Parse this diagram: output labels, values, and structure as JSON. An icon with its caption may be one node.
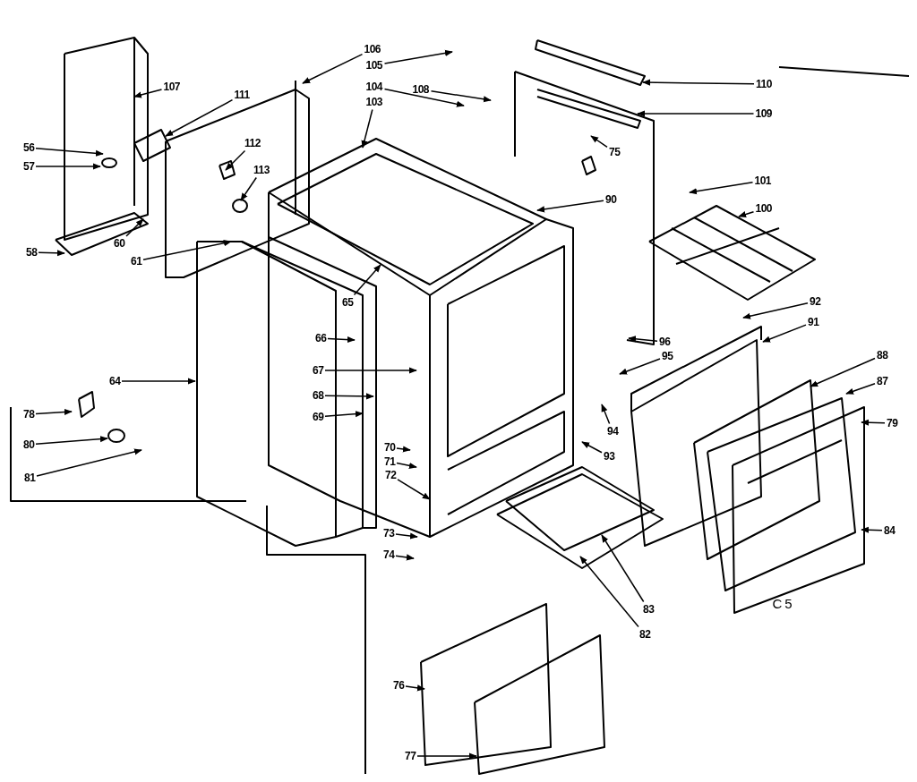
{
  "diagram": {
    "nodes": [
      {
        "text": [
          "106"
        ]
      },
      {
        "text": [
          "105"
        ]
      },
      {
        "text": [
          "108"
        ]
      },
      {
        "text": [
          "110"
        ]
      },
      {
        "text": [
          "107"
        ]
      },
      {
        "text": [
          "104"
        ]
      },
      {
        "text": [
          "103"
        ]
      },
      {
        "text": [
          "111"
        ]
      },
      {
        "text": [
          "109"
        ]
      },
      {
        "text": [
          "56"
        ]
      },
      {
        "text": [
          "112"
        ]
      },
      {
        "text": [
          "75"
        ]
      },
      {
        "text": [
          "57"
        ]
      },
      {
        "text": [
          "113"
        ]
      },
      {
        "text": [
          "101"
        ]
      },
      {
        "text": [
          "90"
        ]
      },
      {
        "text": [
          "100"
        ]
      },
      {
        "text": [
          "60"
        ]
      },
      {
        "text": [
          "58"
        ]
      },
      {
        "text": [
          "61"
        ]
      },
      {
        "text": [
          "92"
        ]
      },
      {
        "text": [
          "65"
        ]
      },
      {
        "text": [
          "91"
        ]
      },
      {
        "text": [
          "66"
        ]
      },
      {
        "text": [
          "96"
        ]
      },
      {
        "text": [
          "88"
        ]
      },
      {
        "text": [
          "95"
        ]
      },
      {
        "text": [
          "67"
        ]
      },
      {
        "text": [
          "64"
        ]
      },
      {
        "text": [
          "87"
        ]
      },
      {
        "text": [
          "68"
        ]
      },
      {
        "text": [
          "78"
        ]
      },
      {
        "text": [
          "69"
        ]
      },
      {
        "text": [
          "79"
        ]
      },
      {
        "text": [
          "94"
        ]
      },
      {
        "text": [
          "70"
        ]
      },
      {
        "text": [
          "80"
        ]
      },
      {
        "text": [
          "71"
        ]
      },
      {
        "text": [
          "93"
        ]
      },
      {
        "text": [
          "72"
        ]
      },
      {
        "text": [
          "81"
        ]
      },
      {
        "text": [
          "73"
        ]
      },
      {
        "text": [
          "84"
        ]
      },
      {
        "text": [
          "74"
        ]
      },
      {
        "text": [
          "83"
        ]
      },
      {
        "text": [
          "82"
        ]
      },
      {
        "text": [
          "76"
        ]
      },
      {
        "text": [
          "77"
        ]
      }
    ],
    "edges": [
      {
        "from": 0,
        "to": null,
        "arrow": "to"
      },
      {
        "from": 1,
        "to": null,
        "arrow": "to"
      },
      {
        "from": 2,
        "to": null,
        "arrow": "to"
      },
      {
        "from": 3,
        "to": null,
        "arrow": "to"
      },
      {
        "from": 4,
        "to": null,
        "arrow": "to"
      },
      {
        "from": 5,
        "to": null,
        "arrow": "to"
      },
      {
        "from": 6,
        "to": null,
        "arrow": "to"
      },
      {
        "from": 7,
        "to": null,
        "arrow": "to"
      },
      {
        "from": 8,
        "to": null,
        "arrow": "to"
      },
      {
        "from": 9,
        "to": null,
        "arrow": "to"
      },
      {
        "from": 10,
        "to": null,
        "arrow": "to"
      },
      {
        "from": 11,
        "to": null,
        "arrow": "to"
      },
      {
        "from": 12,
        "to": null,
        "arrow": "to"
      },
      {
        "from": 13,
        "to": null,
        "arrow": "to"
      },
      {
        "from": 14,
        "to": null,
        "arrow": "to"
      },
      {
        "from": 15,
        "to": null,
        "arrow": "to"
      },
      {
        "from": 16,
        "to": null,
        "arrow": "to"
      },
      {
        "from": 17,
        "to": null,
        "arrow": "to"
      },
      {
        "from": 18,
        "to": null,
        "arrow": "to"
      },
      {
        "from": 19,
        "to": null,
        "arrow": "to"
      },
      {
        "from": 20,
        "to": null,
        "arrow": "to"
      },
      {
        "from": 21,
        "to": null,
        "arrow": "to"
      },
      {
        "from": 22,
        "to": null,
        "arrow": "to"
      },
      {
        "from": 23,
        "to": null,
        "arrow": "to"
      },
      {
        "from": 24,
        "to": null,
        "arrow": "to"
      },
      {
        "from": 25,
        "to": null,
        "arrow": "to"
      },
      {
        "from": 26,
        "to": null,
        "arrow": "to"
      },
      {
        "from": 27,
        "to": null,
        "arrow": "to"
      },
      {
        "from": 28,
        "to": null,
        "arrow": "to"
      },
      {
        "from": 29,
        "to": null,
        "arrow": "to"
      },
      {
        "from": 30,
        "to": null,
        "arrow": "to"
      },
      {
        "from": 31,
        "to": null,
        "arrow": "to"
      },
      {
        "from": 32,
        "to": null,
        "arrow": "to"
      },
      {
        "from": 33,
        "to": null,
        "arrow": "to"
      },
      {
        "from": 34,
        "to": null,
        "arrow": "to"
      },
      {
        "from": 35,
        "to": null,
        "arrow": "to"
      },
      {
        "from": 36,
        "to": null,
        "arrow": "to"
      },
      {
        "from": 37,
        "to": null,
        "arrow": "to"
      },
      {
        "from": 38,
        "to": null,
        "arrow": "to"
      },
      {
        "from": 39,
        "to": null,
        "arrow": "to"
      },
      {
        "from": 40,
        "to": null,
        "arrow": "to"
      },
      {
        "from": 41,
        "to": null,
        "arrow": "to"
      },
      {
        "from": 42,
        "to": null,
        "arrow": "to"
      },
      {
        "from": 43,
        "to": null,
        "arrow": "to"
      },
      {
        "from": 44,
        "to": null,
        "arrow": "to"
      },
      {
        "from": 45,
        "to": null,
        "arrow": "to"
      },
      {
        "from": 46,
        "to": null,
        "arrow": "to"
      },
      {
        "from": 47,
        "to": null,
        "arrow": "to"
      }
    ],
    "labels": [
      "C5"
    ]
  }
}
